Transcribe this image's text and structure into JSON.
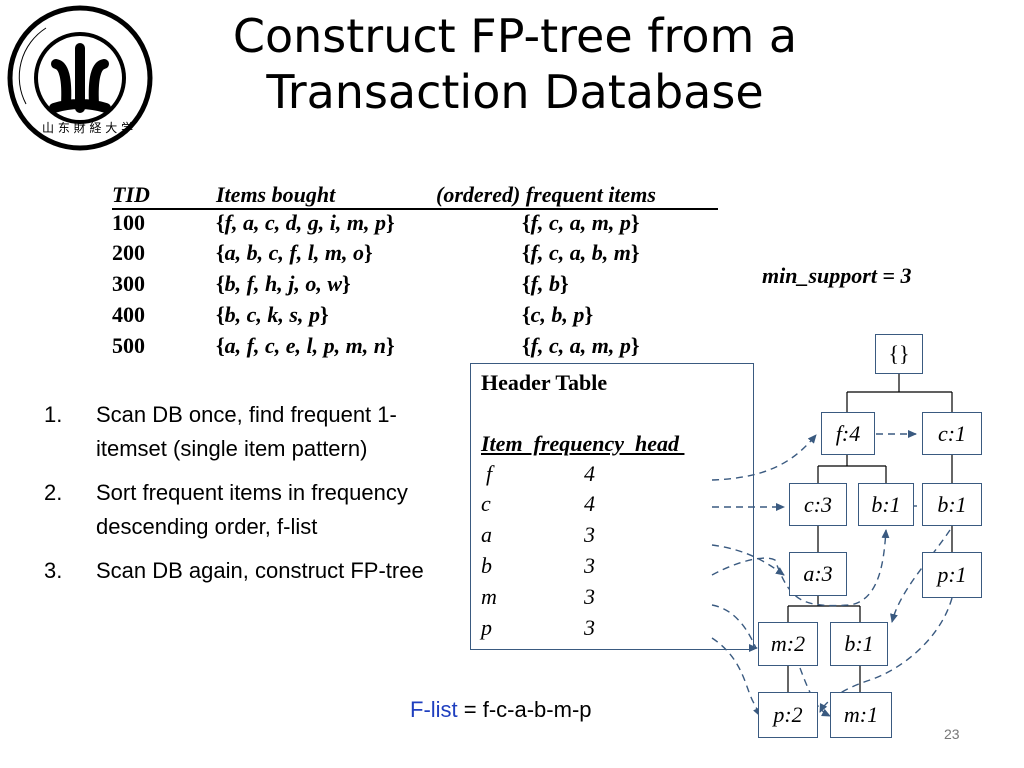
{
  "slide": {
    "title_line1": "Construct FP-tree from a",
    "title_line2": "Transaction Database",
    "page_number": "23"
  },
  "transactions": {
    "headers": [
      "TID",
      "Items bought",
      "(ordered) frequent items"
    ],
    "rows": [
      {
        "tid": "100",
        "items": "f, a, c, d, g, i, m, p",
        "ordered": "f, c, a, m, p"
      },
      {
        "tid": "200",
        "items": "a, b, c, f, l, m, o",
        "ordered": "f, c, a, b, m"
      },
      {
        "tid": "300",
        "items": "b, f, h, j, o, w",
        "ordered": "f, b"
      },
      {
        "tid": "400",
        "items": "b, c, k, s, p",
        "ordered": "c, b, p"
      },
      {
        "tid": "500",
        "items": "a, f, c, e, l, p, m, n",
        "ordered": "f, c, a, m, p"
      }
    ]
  },
  "min_support": "min_support = 3",
  "header_table": {
    "title": "Header Table",
    "columns": "Item  frequency  head ",
    "rows": [
      {
        "item": "f",
        "freq": "4"
      },
      {
        "item": "c",
        "freq": "4"
      },
      {
        "item": "a",
        "freq": "3"
      },
      {
        "item": "b",
        "freq": "3"
      },
      {
        "item": "m",
        "freq": "3"
      },
      {
        "item": "p",
        "freq": "3"
      }
    ]
  },
  "steps": [
    {
      "num": "1.",
      "text": "Scan DB once, find frequent 1-itemset (single item pattern)"
    },
    {
      "num": "2.",
      "text": "Sort frequent items in frequency descending order, f-list"
    },
    {
      "num": "3.",
      "text": "Scan DB again, construct FP-tree"
    }
  ],
  "flist": {
    "label": "F-list",
    "value": " = f-c-a-b-m-p",
    "label_color": "#1f3fbf"
  },
  "tree": {
    "root": "{}",
    "nodes": {
      "f4": "f:4",
      "c1_top": "c:1",
      "c3": "c:3",
      "b1_f": "b:1",
      "b1_c": "b:1",
      "a3": "a:3",
      "p1_c": "p:1",
      "m2": "m:2",
      "b1_a": "b:1",
      "p2": "p:2",
      "m1": "m:1"
    }
  },
  "colors": {
    "box_border": "#3a5a80",
    "link": "#3a5a80"
  }
}
